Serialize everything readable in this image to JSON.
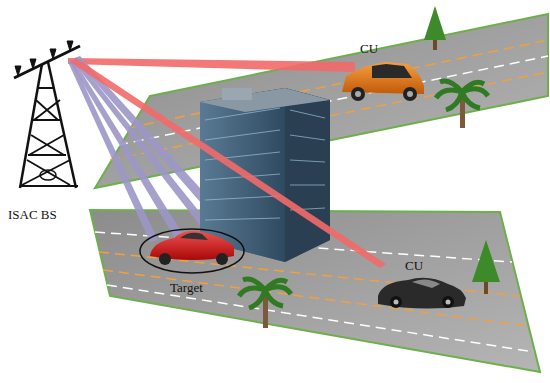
{
  "diagram": {
    "labels": [
      "CU",
      "ISAC BS",
      "CU",
      "Target"
    ]
  }
}
